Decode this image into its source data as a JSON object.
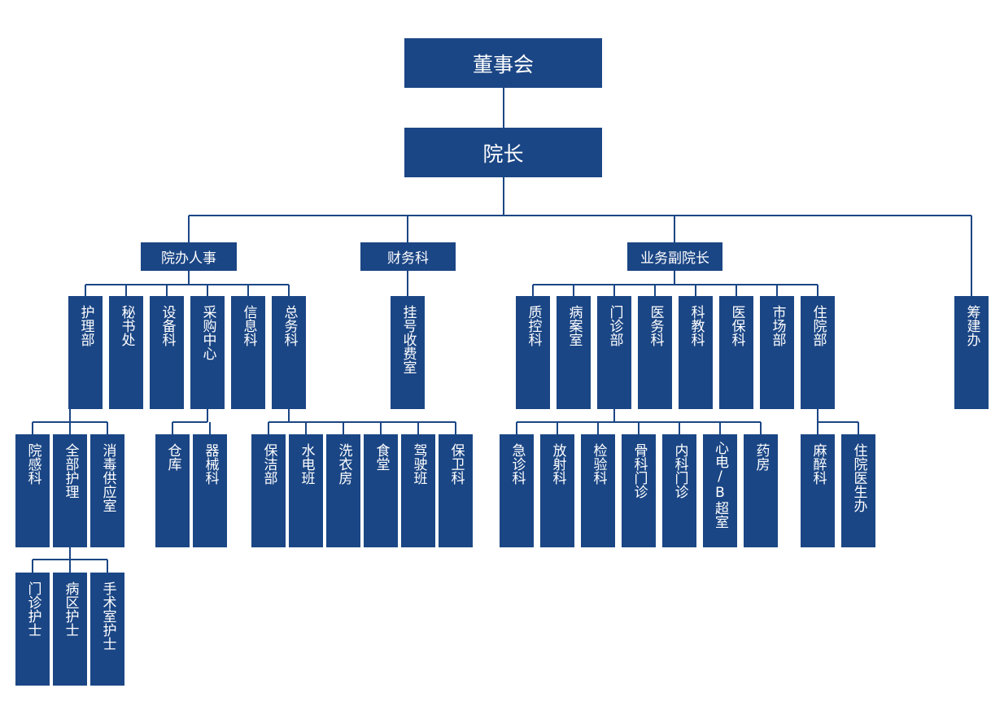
{
  "diagram": {
    "colors": {
      "box": "#1b4685",
      "line": "#1b4685",
      "text": "#ffffff"
    },
    "nodes": {
      "board": "董事会",
      "president": "院长",
      "admin_hr": "院办人事",
      "finance": "财务科",
      "vp_business": "业务副院长",
      "nursing_dept": "护理部",
      "secretary": "秘书处",
      "equipment": "设备科",
      "procurement": "采购中心",
      "information": "信息科",
      "general_affairs": "总务科",
      "registration": "挂号收费室",
      "quality_control": "质控科",
      "medical_records": "病案室",
      "outpatient_dept": "门诊部",
      "medical_affairs": "医务科",
      "education": "科教科",
      "medical_insurance": "医保科",
      "marketing": "市场部",
      "inpatient_dept": "住院部",
      "construction": "筹建办",
      "infection_control": "院感科",
      "general_nursing": "全部护理",
      "sterilization": "消毒供应室",
      "warehouse": "仓库",
      "instruments": "器械科",
      "cleaning": "保洁部",
      "utilities": "水电班",
      "laundry": "洗衣房",
      "canteen": "食堂",
      "drivers": "驾驶班",
      "security": "保卫科",
      "emergency": "急诊科",
      "radiology": "放射科",
      "laboratory": "检验科",
      "orthopedic_clinic": "骨科门诊",
      "internal_clinic": "内科门诊",
      "ecg_ultrasound": "心电/B超室",
      "pharmacy": "药房",
      "anesthesia": "麻醉科",
      "resident_doctor_office": "住院医生办",
      "outpatient_nurse": "门诊护士",
      "ward_nurse": "病区护士",
      "or_nurse": "手术室护士"
    }
  }
}
